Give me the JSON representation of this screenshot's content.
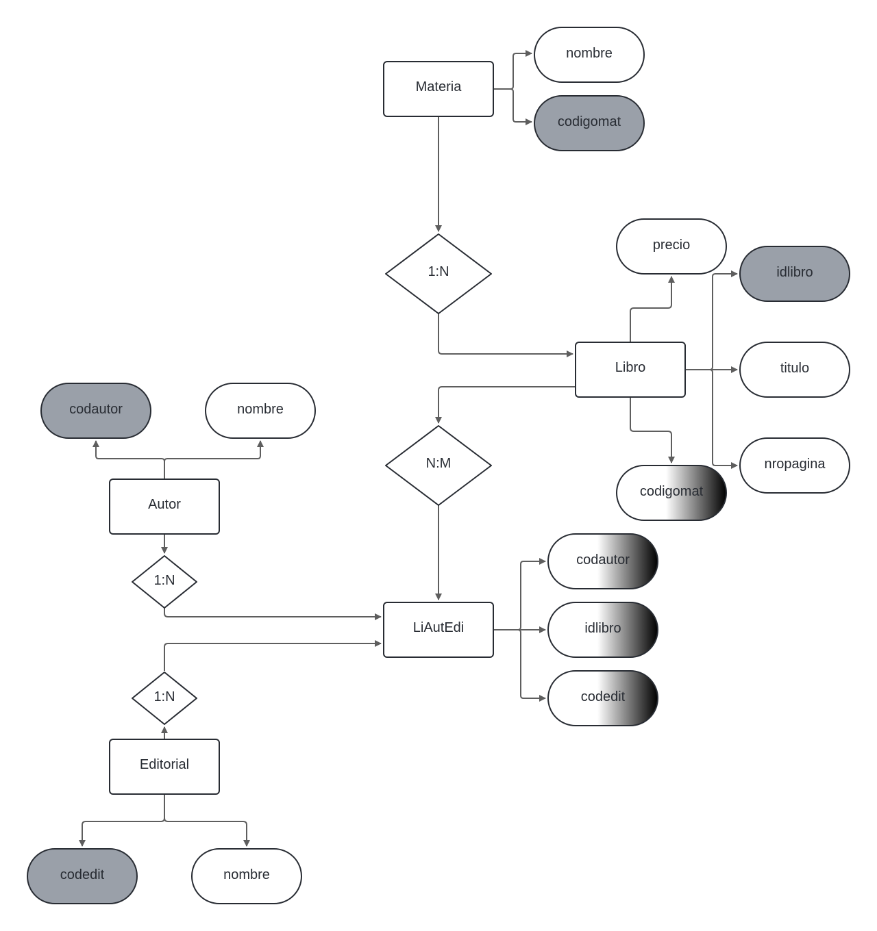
{
  "diagram": {
    "type": "entity-relationship",
    "colors": {
      "primary_key_fill": "#9aa0a9",
      "attribute_fill": "#ffffff",
      "stroke": "#282c33",
      "edge": "#5e5e5e",
      "foreign_key_gradient": [
        "#ffffff",
        "#000000"
      ]
    },
    "entities": [
      {
        "id": "materia",
        "label": "Materia"
      },
      {
        "id": "libro",
        "label": "Libro"
      },
      {
        "id": "autor",
        "label": "Autor"
      },
      {
        "id": "liautedi",
        "label": "LiAutEdi"
      },
      {
        "id": "editorial",
        "label": "Editorial"
      }
    ],
    "relationships": [
      {
        "id": "rel_materia_libro",
        "label": "1:N",
        "from": "materia",
        "to": "libro"
      },
      {
        "id": "rel_libro_liautedi",
        "label": "N:M",
        "from": "libro",
        "to": "liautedi"
      },
      {
        "id": "rel_autor_liautedi",
        "label": "1:N",
        "from": "autor",
        "to": "liautedi"
      },
      {
        "id": "rel_editorial_liautedi",
        "label": "1:N",
        "from": "editorial",
        "to": "liautedi"
      }
    ],
    "attributes": [
      {
        "id": "materia_nombre",
        "entity": "materia",
        "label": "nombre",
        "kind": "normal"
      },
      {
        "id": "materia_codigomat",
        "entity": "materia",
        "label": "codigomat",
        "kind": "primary"
      },
      {
        "id": "libro_precio",
        "entity": "libro",
        "label": "precio",
        "kind": "normal"
      },
      {
        "id": "libro_idlibro",
        "entity": "libro",
        "label": "idlibro",
        "kind": "primary"
      },
      {
        "id": "libro_titulo",
        "entity": "libro",
        "label": "titulo",
        "kind": "normal"
      },
      {
        "id": "libro_nropagina",
        "entity": "libro",
        "label": "nropagina",
        "kind": "normal"
      },
      {
        "id": "libro_codigomat",
        "entity": "libro",
        "label": "codigomat",
        "kind": "foreign"
      },
      {
        "id": "autor_codautor",
        "entity": "autor",
        "label": "codautor",
        "kind": "primary"
      },
      {
        "id": "autor_nombre",
        "entity": "autor",
        "label": "nombre",
        "kind": "normal"
      },
      {
        "id": "liautedi_codautor",
        "entity": "liautedi",
        "label": "codautor",
        "kind": "foreign"
      },
      {
        "id": "liautedi_idlibro",
        "entity": "liautedi",
        "label": "idlibro",
        "kind": "foreign"
      },
      {
        "id": "liautedi_codedit",
        "entity": "liautedi",
        "label": "codedit",
        "kind": "foreign"
      },
      {
        "id": "editorial_codedit",
        "entity": "editorial",
        "label": "codedit",
        "kind": "primary"
      },
      {
        "id": "editorial_nombre",
        "entity": "editorial",
        "label": "nombre",
        "kind": "normal"
      }
    ]
  }
}
